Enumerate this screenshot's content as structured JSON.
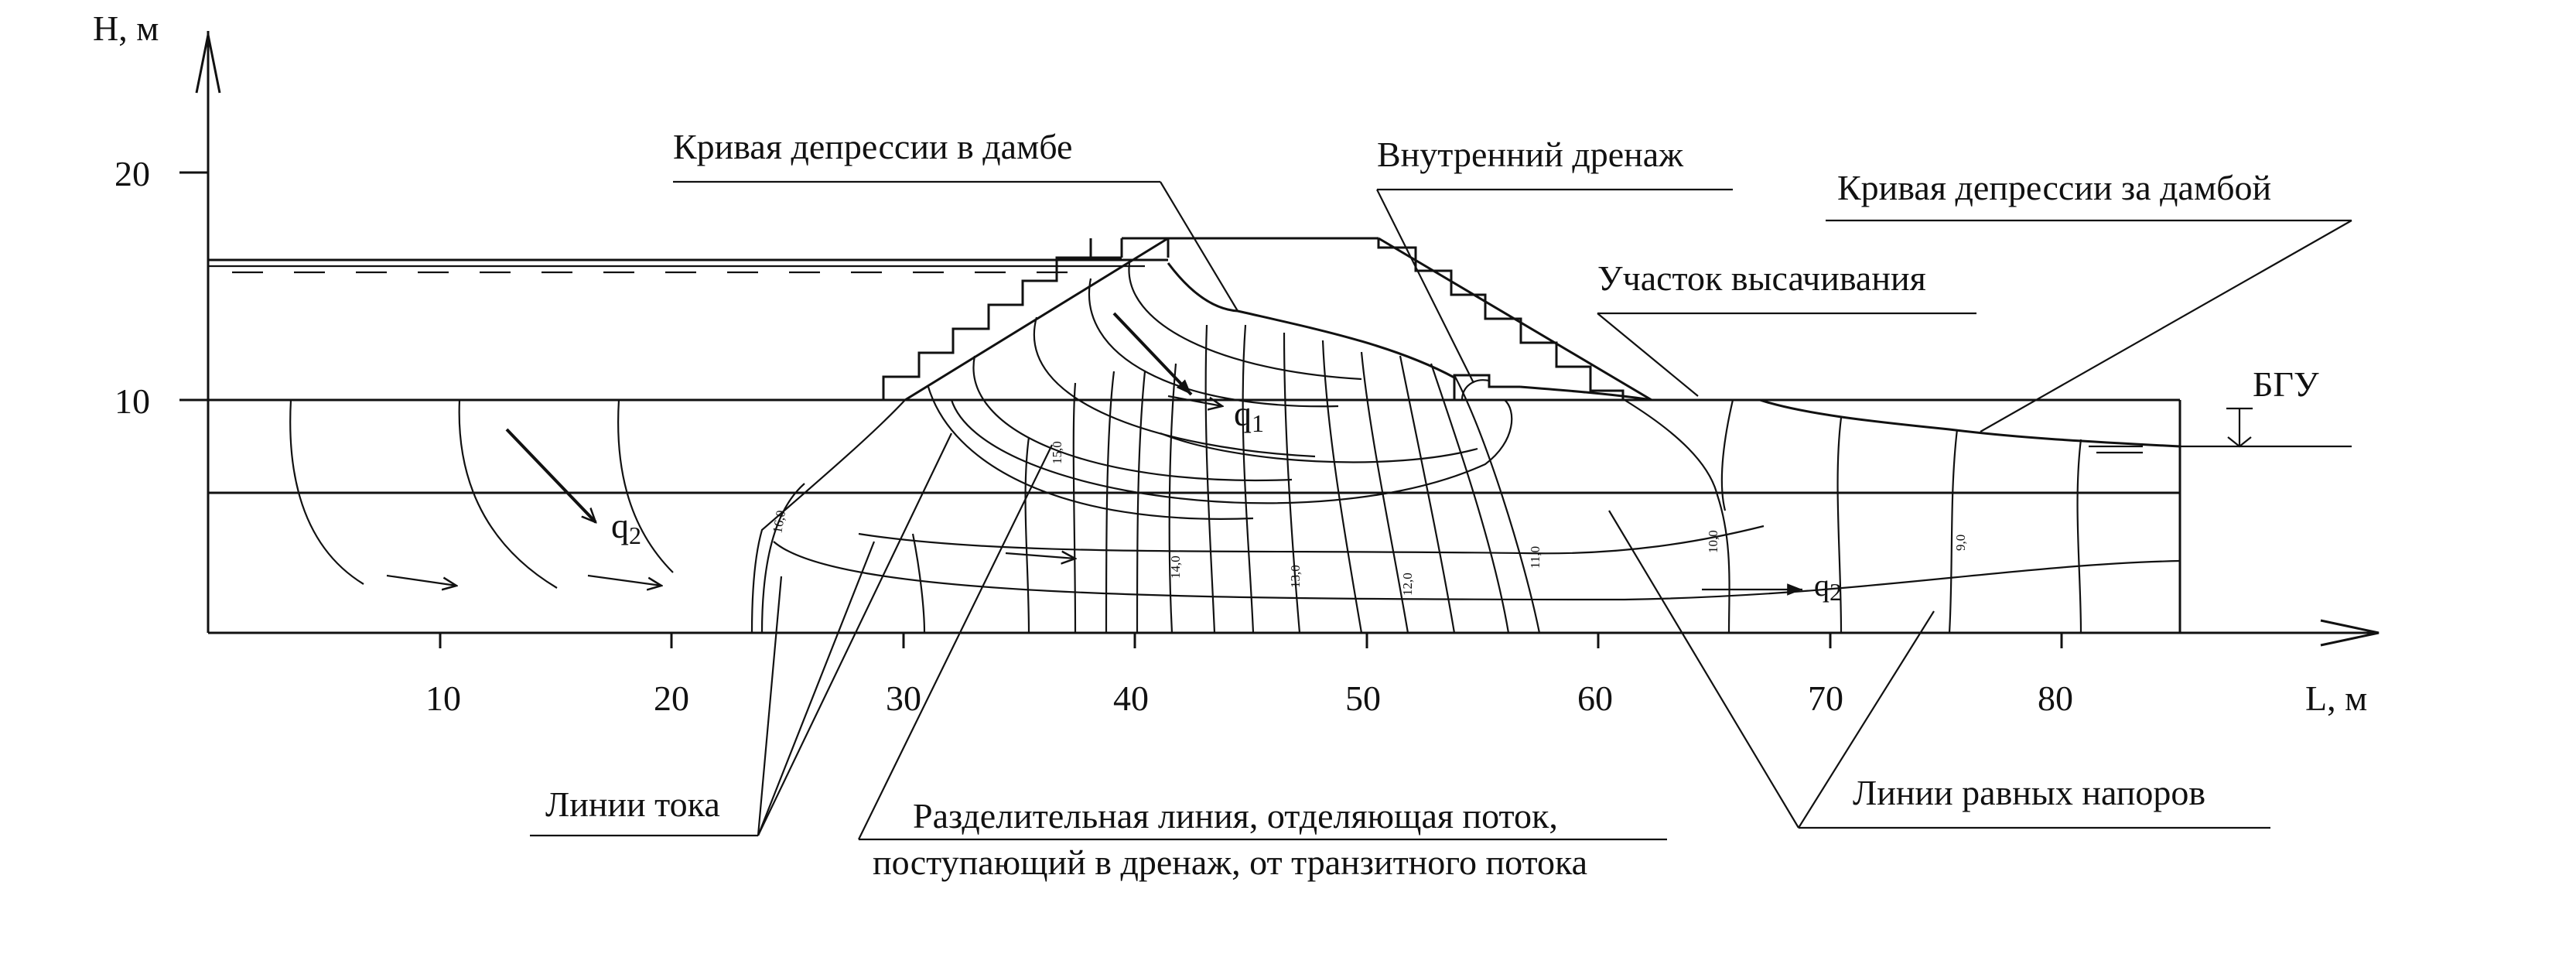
{
  "axes": {
    "y_label": "H, м",
    "x_label": "L, м",
    "y_ticks": [
      "10",
      "20"
    ],
    "x_ticks": [
      "10",
      "20",
      "30",
      "40",
      "50",
      "60",
      "70",
      "80"
    ]
  },
  "labels": {
    "curve_in_dam": "Кривая депрессии в дамбе",
    "internal_drain": "Внутренний дренаж",
    "curve_behind_dam": "Кривая депрессии за дамбой",
    "seepage_zone": "Участок высачивания",
    "bgu": "БГУ",
    "flow_lines": "Линии тока",
    "divide_line_1": "Разделительная линия, отделяющая поток,",
    "divide_line_2": "поступающий в дренаж, от транзитного потока",
    "equal_heads": "Линии равных напоров"
  },
  "flows": {
    "q1": "q",
    "q1_sub": "1",
    "q2": "q",
    "q2_sub": "2"
  },
  "head_values": [
    "16,0",
    "15,0",
    "14,0",
    "13,0",
    "12,0",
    "11,0",
    "10,0",
    "9,0"
  ]
}
